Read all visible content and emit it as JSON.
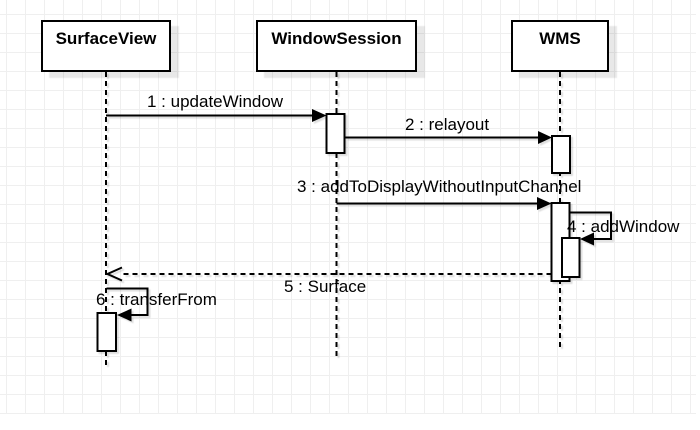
{
  "diagram": {
    "type": "uml-sequence",
    "actors": [
      {
        "name": "SurfaceView"
      },
      {
        "name": "WindowSession"
      },
      {
        "name": "WMS"
      }
    ],
    "messages": [
      {
        "label": "1 : updateWindow",
        "from": "SurfaceView",
        "to": "WindowSession",
        "kind": "sync"
      },
      {
        "label": "2 : relayout",
        "from": "WindowSession",
        "to": "WMS",
        "kind": "sync"
      },
      {
        "label": "3 : addToDisplayWithoutInputChannel",
        "from": "WindowSession",
        "to": "WMS",
        "kind": "sync"
      },
      {
        "label": "4 : addWindow",
        "from": "WMS",
        "to": "WMS",
        "kind": "self"
      },
      {
        "label": "5 : Surface",
        "from": "WMS",
        "to": "SurfaceView",
        "kind": "return"
      },
      {
        "label": "6 : transferFrom",
        "from": "SurfaceView",
        "to": "SurfaceView",
        "kind": "self"
      }
    ],
    "colors": {
      "line": "#000000",
      "box_fill": "#ffffff",
      "grid": "#efefef",
      "background": "#ffffff"
    }
  }
}
